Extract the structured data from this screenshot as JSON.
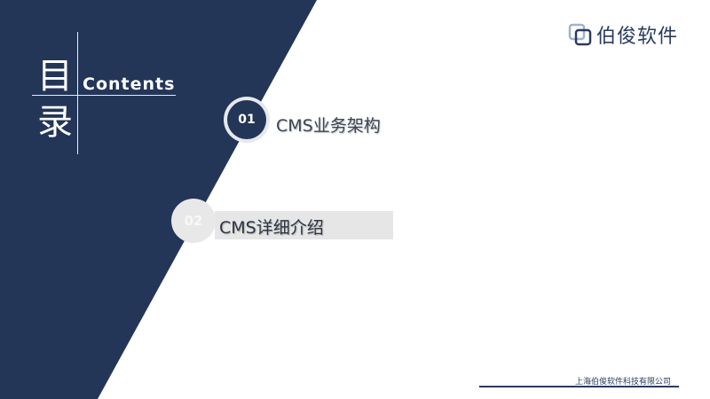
{
  "colors": {
    "navy": "#233658",
    "light_gray": "#e6e6e6",
    "text_dark": "#3b4658"
  },
  "sidebar": {
    "title_char_1": "目",
    "title_char_2": "录",
    "title_en": "Contents"
  },
  "logo": {
    "icon": "logo-squares-icon",
    "text": "伯俊软件"
  },
  "toc": {
    "items": [
      {
        "number": "01",
        "label": "CMS业务架构"
      },
      {
        "number": "02",
        "label": "CMS详细介绍"
      }
    ]
  },
  "footer": {
    "company": "上海伯俊软件科技有限公司"
  }
}
